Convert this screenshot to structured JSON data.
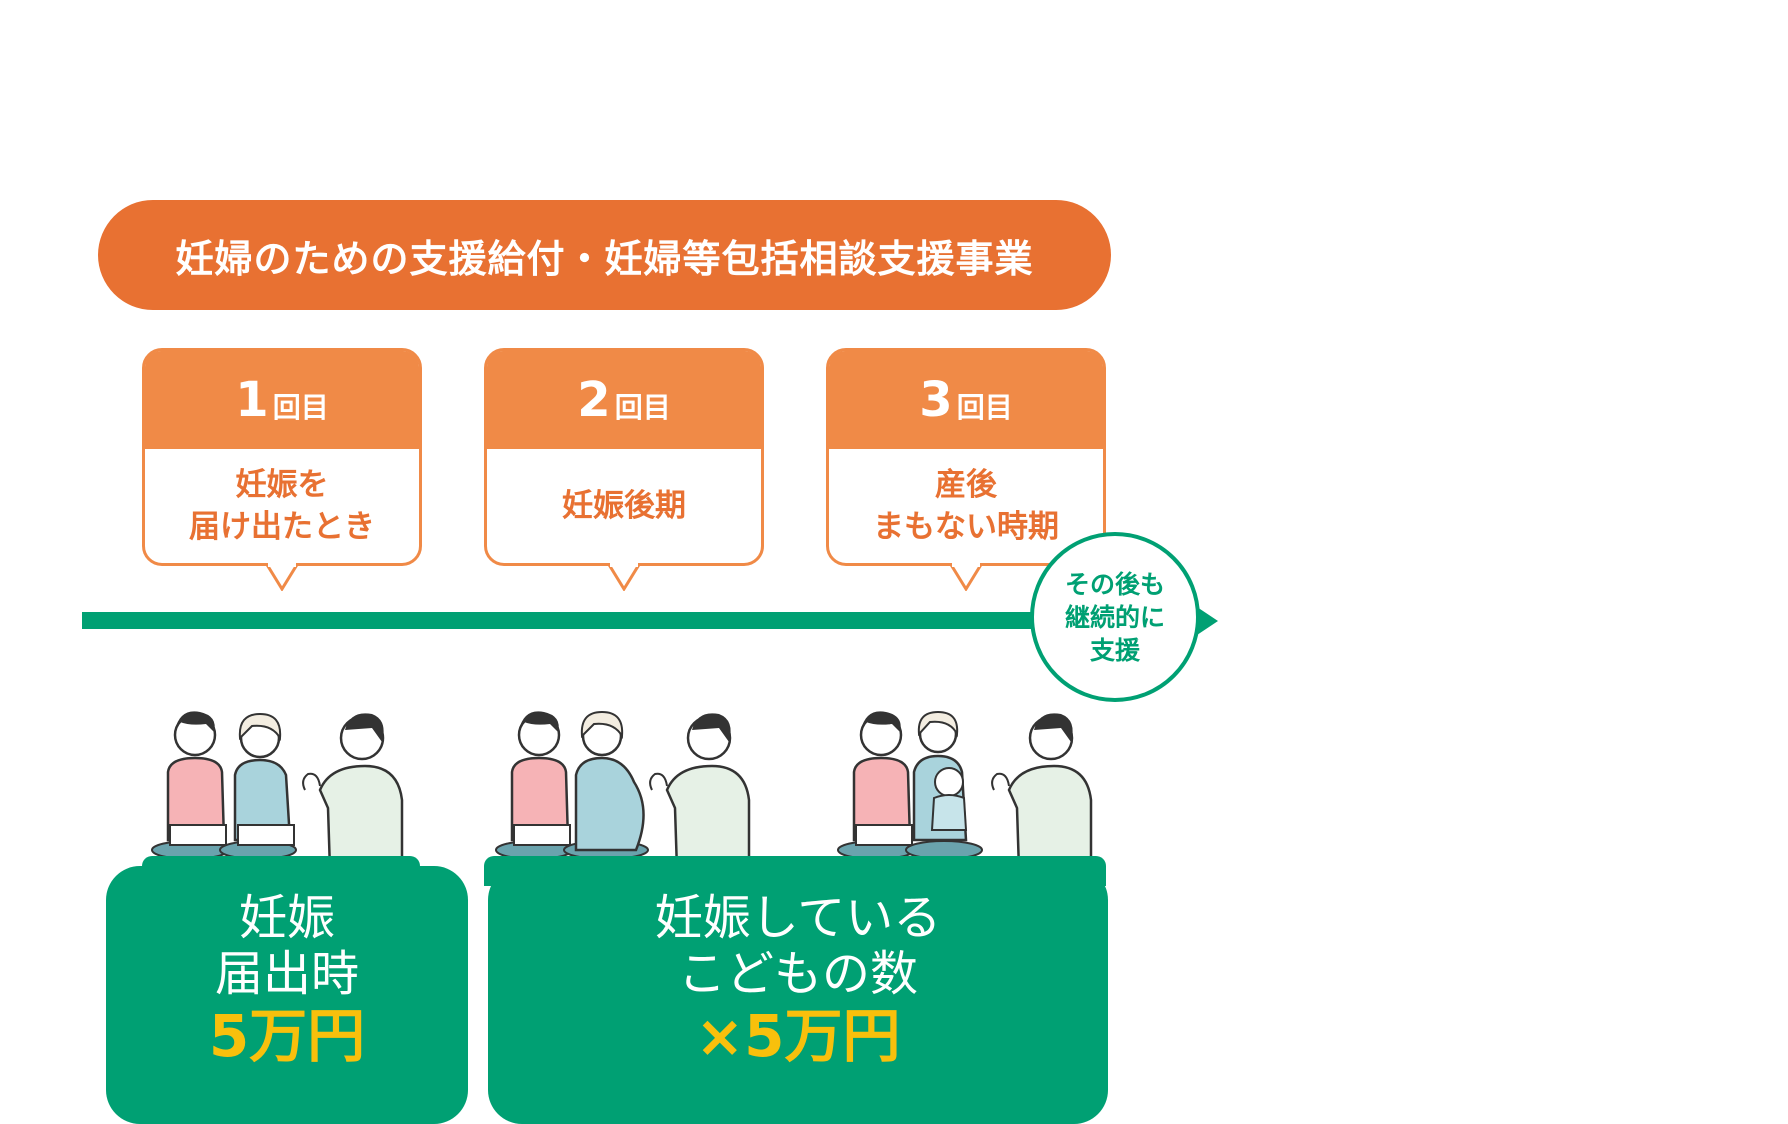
{
  "banner": {
    "title": "妊婦のための支援給付・妊婦等包括相談支援事業"
  },
  "steps": [
    {
      "number": "1",
      "suffix": "回目",
      "lines": [
        "妊娠を",
        "届け出たとき"
      ]
    },
    {
      "number": "2",
      "suffix": "回目",
      "lines": [
        "妊娠後期"
      ]
    },
    {
      "number": "3",
      "suffix": "回目",
      "lines": [
        "産後",
        "まもない時期"
      ]
    }
  ],
  "continuation": {
    "lines": [
      "その後も",
      "継続的に",
      "支援"
    ]
  },
  "payments": [
    {
      "lines": [
        "妊娠",
        "届出時"
      ],
      "amount": "5万円"
    },
    {
      "lines": [
        "妊娠している",
        "こどもの数"
      ],
      "amount": "×5万円"
    }
  ],
  "colors": {
    "orange_dark": "#e87132",
    "orange_light": "#f08a47",
    "green": "#00a073",
    "yellow": "#f8c00c"
  },
  "icons": {
    "scene_1": "couple-consultation-icon",
    "scene_2": "pregnant-couple-consultation-icon",
    "scene_3": "couple-with-baby-consultation-icon"
  }
}
